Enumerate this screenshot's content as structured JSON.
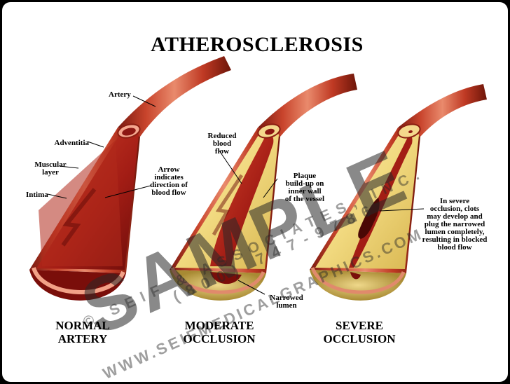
{
  "title": "ATHEROSCLEROSIS",
  "labels": {
    "artery": "Artery",
    "adventitia": "Adventitia",
    "muscular_layer": "Muscular\nlayer",
    "intima": "Intima",
    "arrow": "Arrow\nindicates\ndirection of\nblood flow",
    "reduced_flow": "Reduced\nblood\nflow",
    "plaque": "Plaque\nbuild-up on\ninner wall\nof the vessel",
    "narrowed_lumen": "Narrowed\nlumen",
    "severe_note": "In severe\nocclusion, clots\nmay develop and\nplug the narrowed\nlumen completely,\nresulting in blocked\nblood flow"
  },
  "captions": {
    "normal": "NORMAL\nARTERY",
    "moderate": "MODERATE\nOCCLUSION",
    "severe": "SEVERE\nOCCLUSION"
  },
  "watermark": {
    "main": "SAMPLE",
    "line1": "© SEIF & ASSOCIATES, INC.",
    "line2": "(800) 747-9786",
    "line3": "WWW.SEIFMEDICALGRAPHICS.COM"
  },
  "colors": {
    "artery_wall": "#c8442c",
    "blood": "#8e1410",
    "plaque": "#f2dc86"
  }
}
